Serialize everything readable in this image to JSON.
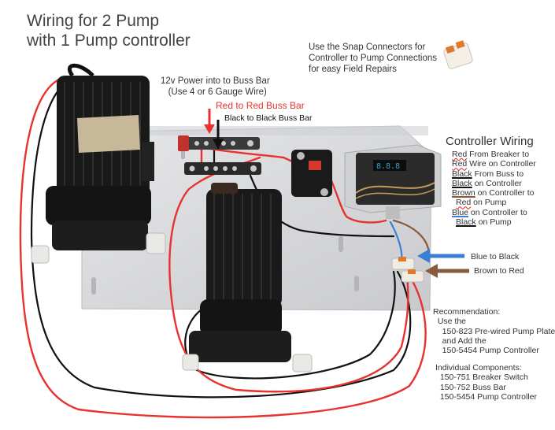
{
  "title": "Wiring for 2 Pump\nwith 1 Pump controller",
  "snap_note": "Use the Snap Connectors for\nController to Pump Connections\nfor easy Field Repairs",
  "power_note": "12v Power into to Buss Bar\n   (Use 4 or 6 Gauge Wire)",
  "red_bus_label": "Red to Red Buss Bar",
  "black_bus_label": "Black to Black Buss Bar",
  "controller_wiring": {
    "title": "Controller Wiring",
    "lines": [
      {
        "mark": "Red",
        "mark_color": "red",
        "rest": " From Breaker to"
      },
      {
        "mark": "Red",
        "mark_color": "red",
        "rest": " Wire on Controller"
      },
      {
        "mark": "Black",
        "mark_color": "black",
        "rest": " From Buss to"
      },
      {
        "mark": "Black",
        "mark_color": "black",
        "rest": " on Controller"
      },
      {
        "mark": "Brown",
        "mark_color": "brown",
        "rest": " on Controller to"
      },
      {
        "mark": "Red",
        "mark_color": "red",
        "rest": " on Pump",
        "indent": true
      },
      {
        "mark": "Blue",
        "mark_color": "blue",
        "rest": " on Controller to"
      },
      {
        "mark": "Black",
        "mark_color": "black",
        "rest": " on Pump",
        "indent": true
      }
    ]
  },
  "blue_to_black": "Blue to Black",
  "brown_to_red": "Brown to Red",
  "recommendation": "Recommendation:\n  Use the\n    150-823 Pre-wired Pump Plate\n    and Add the\n    150-5454 Pump Controller",
  "individual_components": "Individual Components:\n  150-751 Breaker Switch\n  150-752 Buss Bar\n  150-5454 Pump Controller",
  "colors": {
    "red_wire": "#e8322f",
    "black_wire": "#111111",
    "brown_wire": "#8a5a3c",
    "blue_wire": "#3a7fd6",
    "plate": "#d9dadc",
    "pump_body": "#1c1c1c",
    "controller_face": "#2b2b2b"
  },
  "icons": [
    "snap-connector-icon",
    "pump-left-icon",
    "pump-center-icon",
    "breaker-switch-icon",
    "buss-bar-red-icon",
    "buss-bar-black-icon",
    "pump-controller-icon",
    "blue-arrow-icon",
    "brown-arrow-icon",
    "red-arrow-icon",
    "black-arrow-icon"
  ]
}
